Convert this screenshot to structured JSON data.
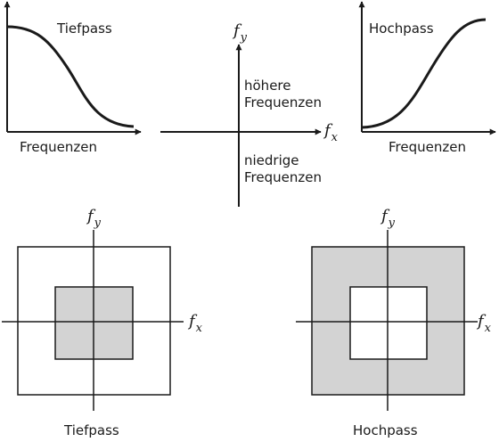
{
  "colors": {
    "ink": "#1a1a1a",
    "passband": "#d3d3d3",
    "background": "#ffffff"
  },
  "tiefpass_curve": {
    "label": "Tiefpass",
    "x_label": "Frequenzen"
  },
  "frequency_plane": {
    "x_axis": {
      "main": "f",
      "sub": "x"
    },
    "y_axis": {
      "main": "f",
      "sub": "y"
    },
    "upper_label_line1": "höhere",
    "upper_label_line2": "Frequenzen",
    "lower_label_line1": "niedrige",
    "lower_label_line2": "Frequenzen"
  },
  "hochpass_curve": {
    "label": "Hochpass",
    "x_label": "Frequenzen"
  },
  "tiefpass_filter_2d": {
    "label": "Tiefpass",
    "x_axis": {
      "main": "f",
      "sub": "x"
    },
    "y_axis": {
      "main": "f",
      "sub": "y"
    }
  },
  "hochpass_filter_2d": {
    "label": "Hochpass",
    "x_axis": {
      "main": "f",
      "sub": "x"
    },
    "y_axis": {
      "main": "f",
      "sub": "y"
    }
  }
}
